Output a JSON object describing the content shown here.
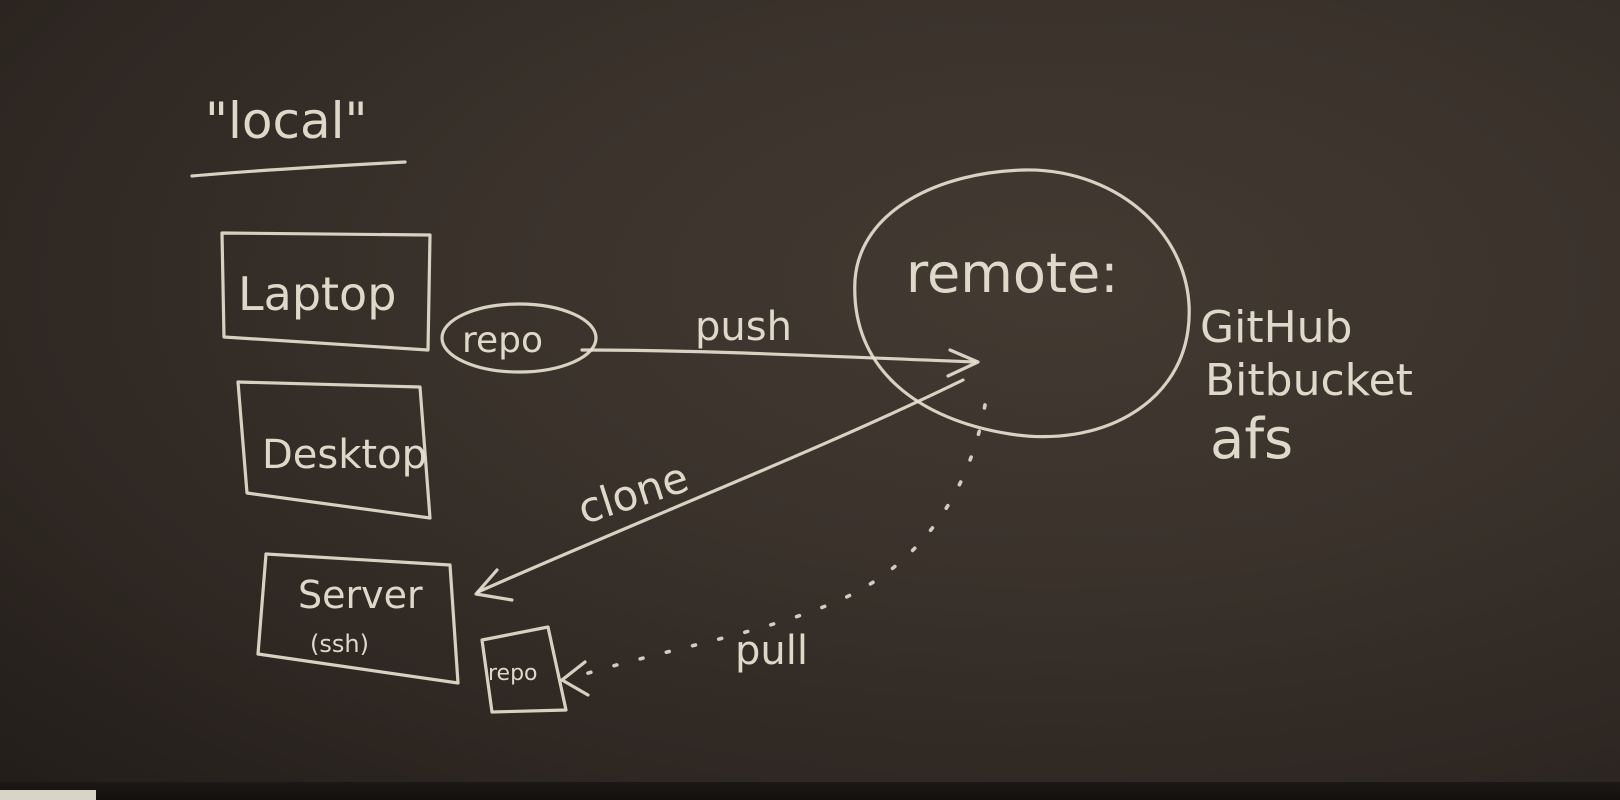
{
  "diagram": {
    "heading": "\"local\"",
    "nodes": {
      "laptop": "Laptop",
      "desktop": "Desktop",
      "server": "Server",
      "server_sub": "(ssh)",
      "laptop_repo": "repo",
      "server_repo": "repo",
      "remote": "remote:"
    },
    "remote_hosts": [
      "GitHub",
      "Bitbucket",
      "afs"
    ],
    "edges": {
      "push": "push",
      "clone": "clone",
      "pull": "pull"
    }
  },
  "colors": {
    "chalk": "#e6dfcf",
    "board": "#3a322b"
  }
}
